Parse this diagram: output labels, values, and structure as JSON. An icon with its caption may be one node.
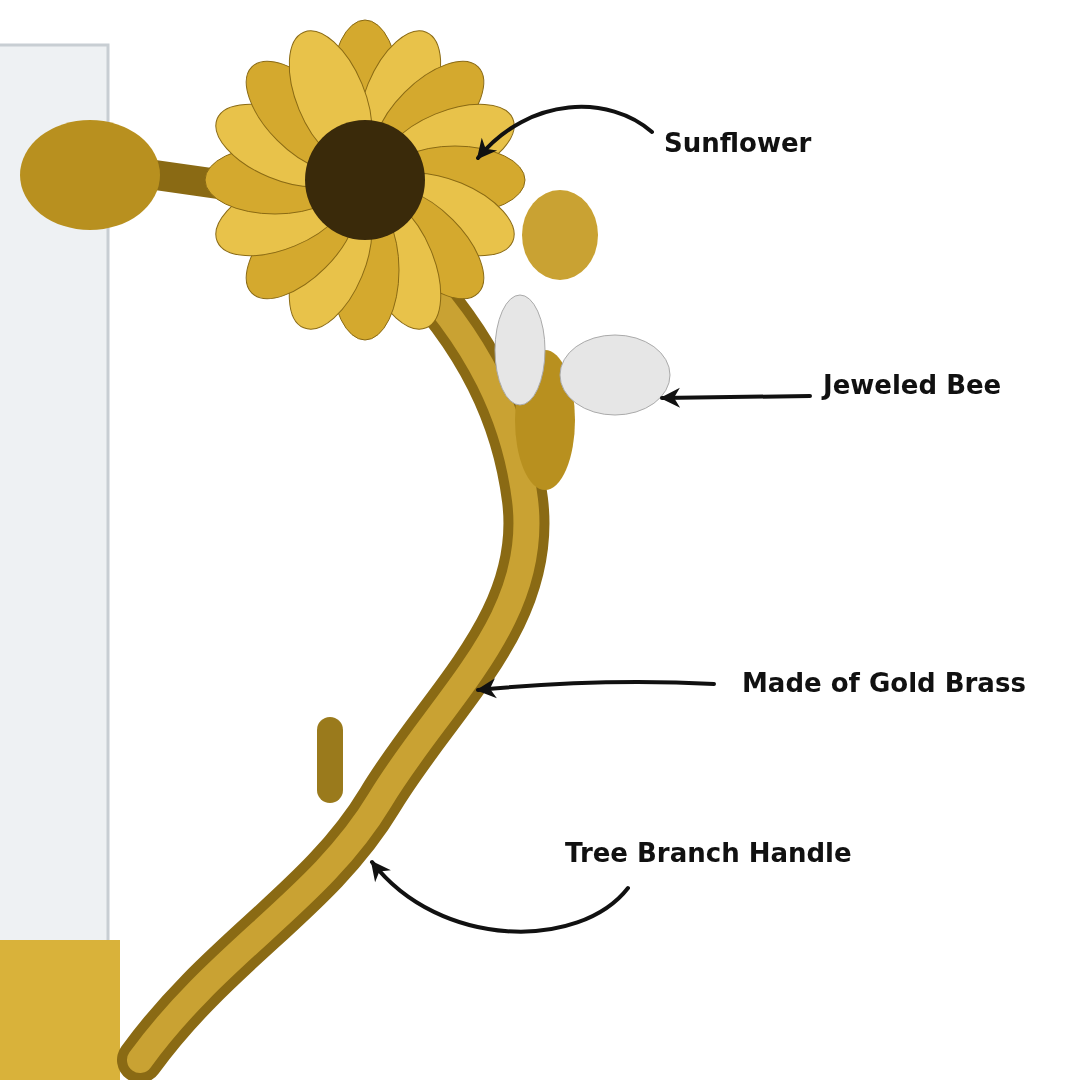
{
  "diagram": {
    "nodes": [
      {
        "text": [
          "Sunflower"
        ]
      },
      {
        "text": [
          "Jeweled Bee"
        ]
      },
      {
        "text": [
          "Made of Gold Brass"
        ]
      },
      {
        "text": [
          "Tree Branch Handle"
        ]
      }
    ],
    "edges": [
      {
        "from": 0,
        "to": null,
        "arrow": "to"
      },
      {
        "from": 1,
        "to": null,
        "arrow": "to"
      },
      {
        "from": 2,
        "to": null,
        "arrow": "to"
      },
      {
        "from": 3,
        "to": null,
        "arrow": "to"
      }
    ]
  }
}
